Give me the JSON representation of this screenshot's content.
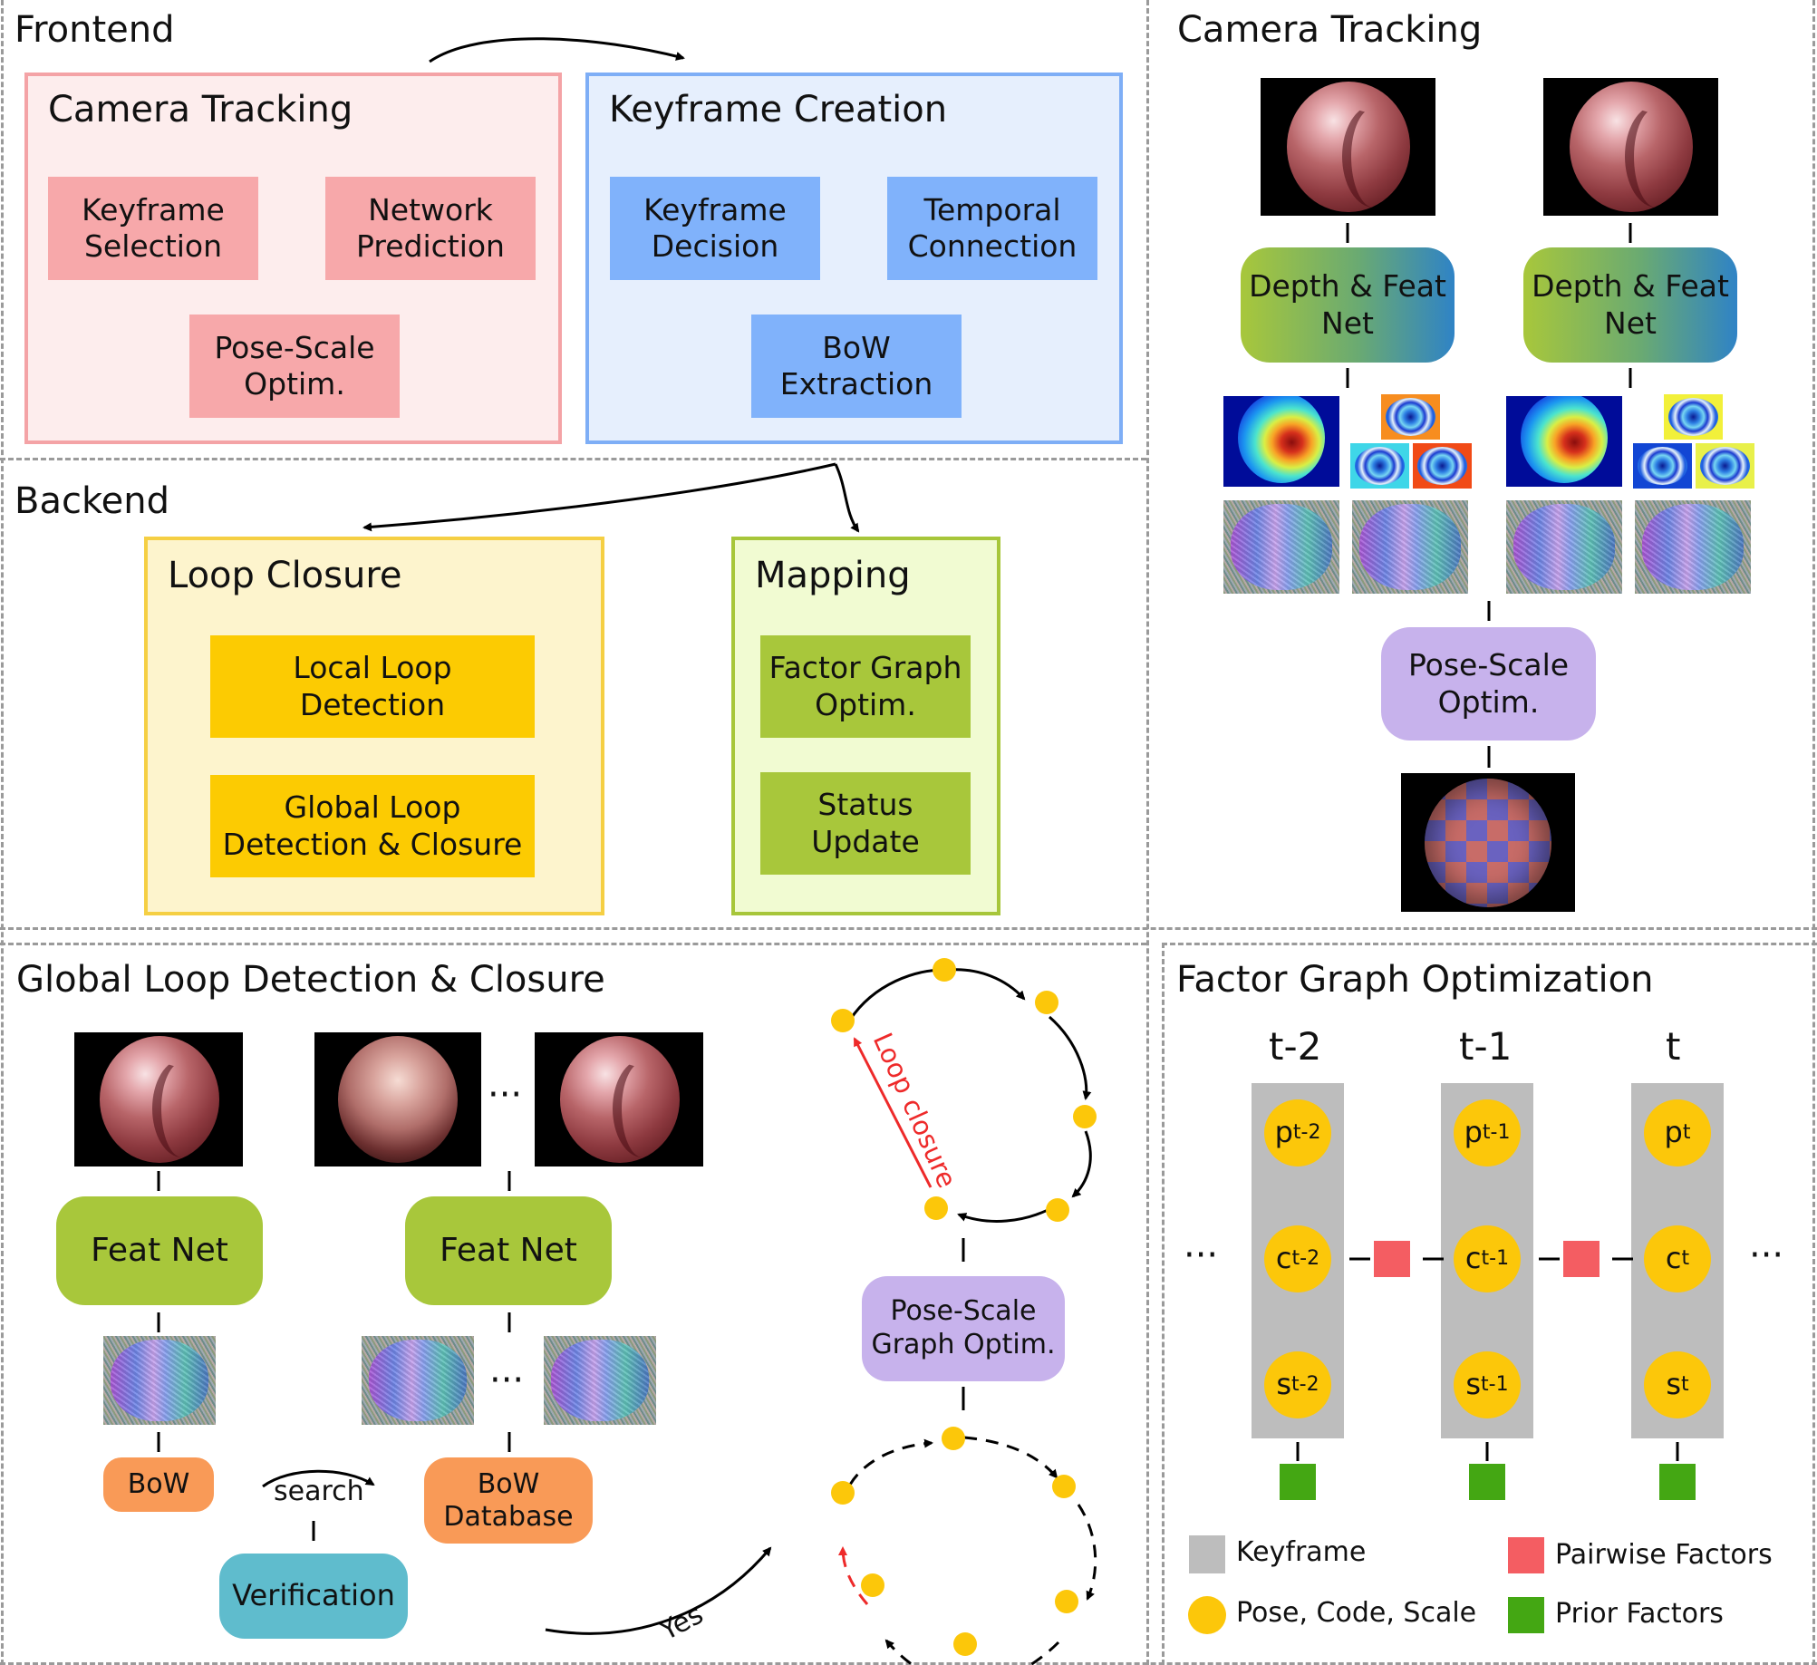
{
  "frontend": {
    "title": "Frontend",
    "camera_tracking": {
      "title": "Camera Tracking",
      "blocks": [
        "Keyframe\nSelection",
        "Network\nPrediction",
        "Pose-Scale\nOptim."
      ]
    },
    "keyframe_creation": {
      "title": "Keyframe Creation",
      "blocks": [
        "Keyframe\nDecision",
        "Temporal\nConnection",
        "BoW\nExtraction"
      ]
    }
  },
  "backend": {
    "title": "Backend",
    "loop_closure": {
      "title": "Loop Closure",
      "blocks": [
        "Local Loop\nDetection",
        "Global Loop\nDetection & Closure"
      ]
    },
    "mapping": {
      "title": "Mapping",
      "blocks": [
        "Factor Graph\nOptim.",
        "Status\nUpdate"
      ]
    }
  },
  "camera_tracking_detail": {
    "title": "Camera Tracking",
    "net_label": "Depth & Feat\nNet",
    "optim_label": "Pose-Scale\nOptim."
  },
  "global_loop": {
    "title": "Global Loop Detection & Closure",
    "feat_net": "Feat Net",
    "ellipsis": "···",
    "bow": "BoW",
    "bow_database": "BoW\nDatabase",
    "search": "search",
    "verification": "Verification",
    "yes": "Yes",
    "loop_closure": "Loop closure",
    "graph_optim": "Pose-Scale\nGraph Optim."
  },
  "factor_graph": {
    "title": "Factor Graph Optimization",
    "columns": [
      {
        "label": "t-2",
        "p": "p",
        "c": "c",
        "s": "s",
        "sub": "t-2"
      },
      {
        "label": "t-1",
        "p": "p",
        "c": "c",
        "s": "s",
        "sub": "t-1"
      },
      {
        "label": "t",
        "p": "p",
        "c": "c",
        "s": "s",
        "sub": "t"
      }
    ],
    "ellipsis": "···",
    "legend": {
      "keyframe": "Keyframe",
      "pose_code_scale": "Pose, Code, Scale",
      "pairwise": "Pairwise Factors",
      "prior": "Prior Factors"
    }
  },
  "colors": {
    "camera_tracking_fill": "#fdeded",
    "camera_tracking_border": "#f4a3a6",
    "camera_tracking_block": "#f7a8aa",
    "keyframe_fill": "#e6effd",
    "keyframe_border": "#7eaef6",
    "keyframe_block": "#80b2fb",
    "loop_fill": "#fdf4cd",
    "loop_border": "#f5cf43",
    "loop_block": "#fccb02",
    "mapping_fill": "#f1fbd2",
    "mapping_border": "#a7c63a",
    "mapping_block": "#a8c73b",
    "feat_net": "#a8c73b",
    "bow": "#f99a57",
    "verification": "#5fbccd",
    "pose_scale": "#c7b2ec",
    "node": "#fcc70a",
    "keyframe_bar": "#bdbdbd",
    "pairwise": "#f45d62",
    "prior": "#44a713"
  }
}
